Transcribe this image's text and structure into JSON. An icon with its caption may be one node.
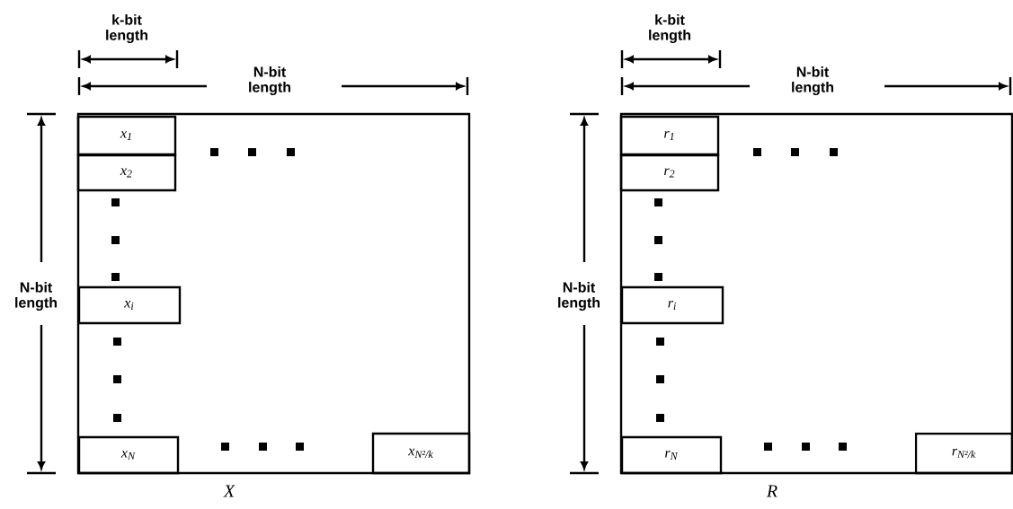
{
  "diagram": {
    "nodes": [
      {
        "text": [
          "X"
        ]
      },
      {
        "text": [
          "x$_{1}$"
        ],
        "in": 0
      },
      {
        "text": [
          "x$_{2}$"
        ],
        "in": 0
      },
      {
        "text": [
          "x$_{i}$"
        ],
        "in": 0
      },
      {
        "text": [
          "x$_{N}$"
        ],
        "in": 0
      },
      {
        "text": [
          "x$_{N²/k}$"
        ],
        "in": 0
      },
      {
        "text": [
          "R"
        ]
      },
      {
        "text": [
          "r$_{1}$"
        ],
        "in": 6
      },
      {
        "text": [
          "r$_{2}$"
        ],
        "in": 6
      },
      {
        "text": [
          "r$_{i}$"
        ],
        "in": 6
      },
      {
        "text": [
          "r$_{N}$"
        ],
        "in": 6
      },
      {
        "text": [
          "r$_{N²/k}$"
        ],
        "in": 6
      }
    ],
    "labels": [
      "k-bit length",
      "N-bit length",
      "N-bit length",
      "k-bit length",
      "N-bit length",
      "N-bit length"
    ]
  }
}
